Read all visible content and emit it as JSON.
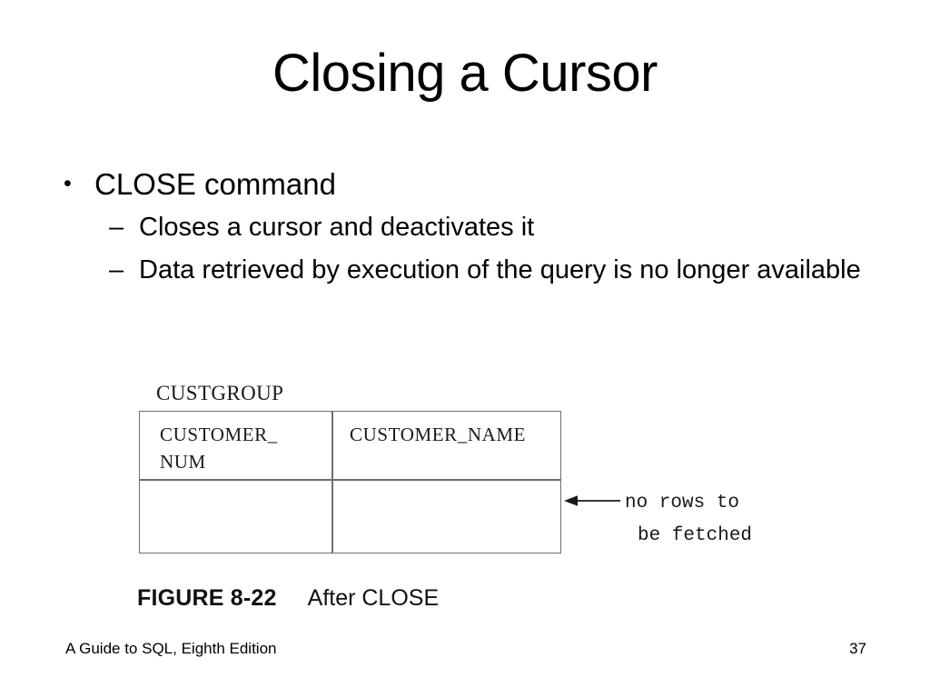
{
  "slide": {
    "title": "Closing a Cursor",
    "bullets": [
      {
        "marker": "•",
        "text": "CLOSE command",
        "children": [
          {
            "marker": "–",
            "text": "Closes a cursor and deactivates it"
          },
          {
            "marker": "–",
            "text": "Data retrieved by execution of the query is no longer available"
          }
        ]
      }
    ]
  },
  "figure": {
    "table_caption": "CUSTGROUP",
    "columns": [
      "CUSTOMER_ NUM",
      "CUSTOMER_NAME"
    ],
    "column_lines": {
      "col1_line1": "CUSTOMER_",
      "col1_line2": "NUM",
      "col2_line1": "CUSTOMER_NAME"
    },
    "rows": [
      {
        "customer_num": "",
        "customer_name": ""
      }
    ],
    "annotation": {
      "line1": "no rows to",
      "line2": "be fetched",
      "arrow": "left-arrow"
    },
    "caption_number": "FIGURE 8-22",
    "caption_label": "After CLOSE",
    "border_color": "#6f6f6f",
    "text_color": "#1a1a1a"
  },
  "footer": {
    "source": "A Guide to SQL, Eighth Edition",
    "page_number": "37"
  }
}
